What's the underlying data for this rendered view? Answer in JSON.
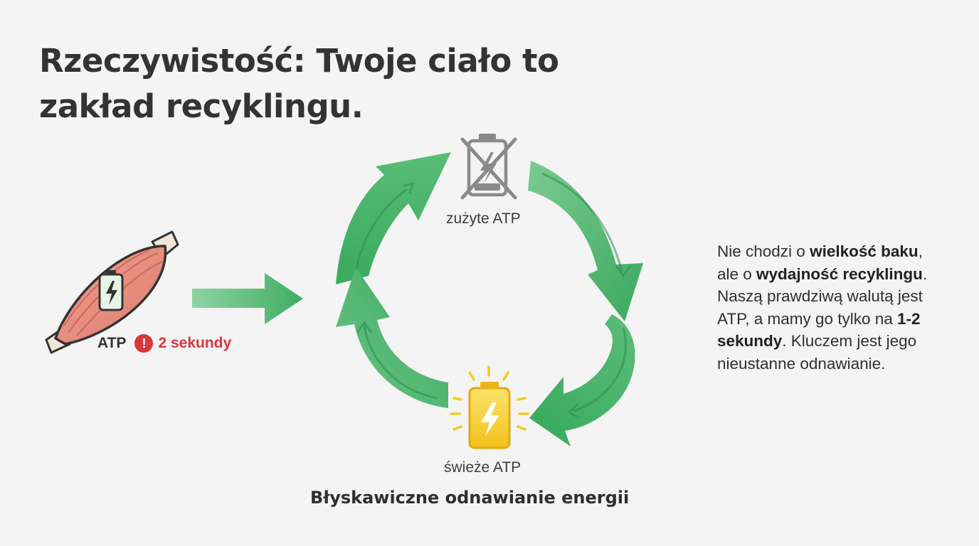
{
  "title": {
    "line1": "Rzeczywistość: Twoje ciało to",
    "line2": "zakład recyklingu."
  },
  "muscle": {
    "atp_label": "ATP",
    "warning_text": "2 sekundy",
    "warning_symbol": "!"
  },
  "cycle": {
    "top_label": "zużyte ATP",
    "bottom_label": "świeże ATP",
    "caption": "Błyskawiczne odnawianie energii"
  },
  "side": {
    "t1": "Nie chodzi o ",
    "b1": "wielkość baku",
    "t2": ",",
    "t3": "ale o ",
    "b2": "wydajność recyklingu",
    "t4": ".",
    "t5": "Naszą prawdziwą walutą jest",
    "t6": "ATP, a mamy go tylko na ",
    "b3": "1-2",
    "b4": "sekundy",
    "t7": ". Kluczem jest jego",
    "t8": "nieustanne odnawianie."
  },
  "colors": {
    "background": "#f4f4f4",
    "arrow_green": "#4bb36b",
    "muscle_red": "#e88a7d",
    "warning_red": "#d9363e",
    "battery_yellow": "#f5d02a",
    "battery_gray": "#8c8c8c"
  },
  "icons": {
    "muscle": "muscle-icon",
    "battery_charged": "battery-charged-icon",
    "battery_depleted": "battery-depleted-icon",
    "warning": "warning-icon"
  }
}
